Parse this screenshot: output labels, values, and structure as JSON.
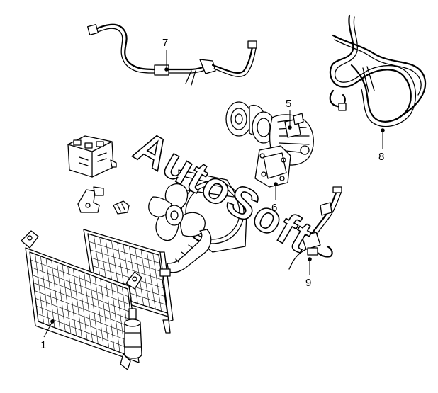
{
  "watermark": {
    "text": "AutoSoft"
  },
  "callouts": [
    {
      "id": "1",
      "label": "1",
      "part": "condenser"
    },
    {
      "id": "5",
      "label": "5",
      "part": "compressor"
    },
    {
      "id": "6",
      "label": "6",
      "part": "compressor-bracket"
    },
    {
      "id": "7",
      "label": "7",
      "part": "suction-hose"
    },
    {
      "id": "8",
      "label": "8",
      "part": "discharge-hose"
    },
    {
      "id": "9",
      "label": "9",
      "part": "liquid-line"
    }
  ]
}
